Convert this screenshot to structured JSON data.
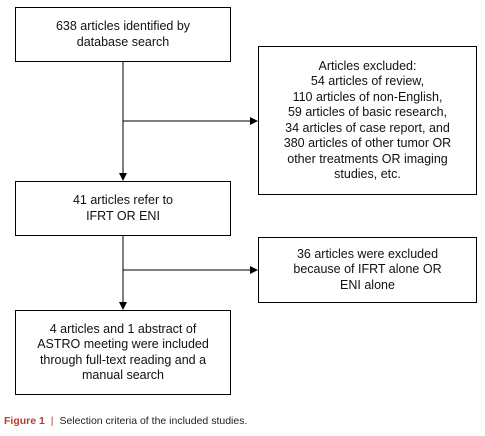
{
  "boxes": {
    "identified": {
      "lines": [
        "638 articles identified by",
        "database search"
      ]
    },
    "excluded_first": {
      "lines": [
        "Articles excluded:",
        "54 articles of review,",
        "110 articles of non-English,",
        "59 articles of basic research,",
        "34 articles of case report, and",
        "380 articles of other tumor OR",
        "other treatments OR imaging",
        "studies, etc."
      ]
    },
    "refer": {
      "lines": [
        "41 articles refer to",
        "IFRT OR ENI"
      ]
    },
    "excluded_second": {
      "lines": [
        "36 articles were excluded",
        "because of IFRT alone OR",
        "ENI alone"
      ]
    },
    "included": {
      "lines": [
        "4 articles and 1 abstract of",
        "ASTRO meeting were included",
        "through full-text reading and a",
        "manual search"
      ]
    }
  },
  "caption": {
    "label": "Figure",
    "number": "1",
    "text": "Selection criteria of the included studies."
  },
  "colors": {
    "caption_accent": "#c0392b",
    "line": "#000000"
  }
}
